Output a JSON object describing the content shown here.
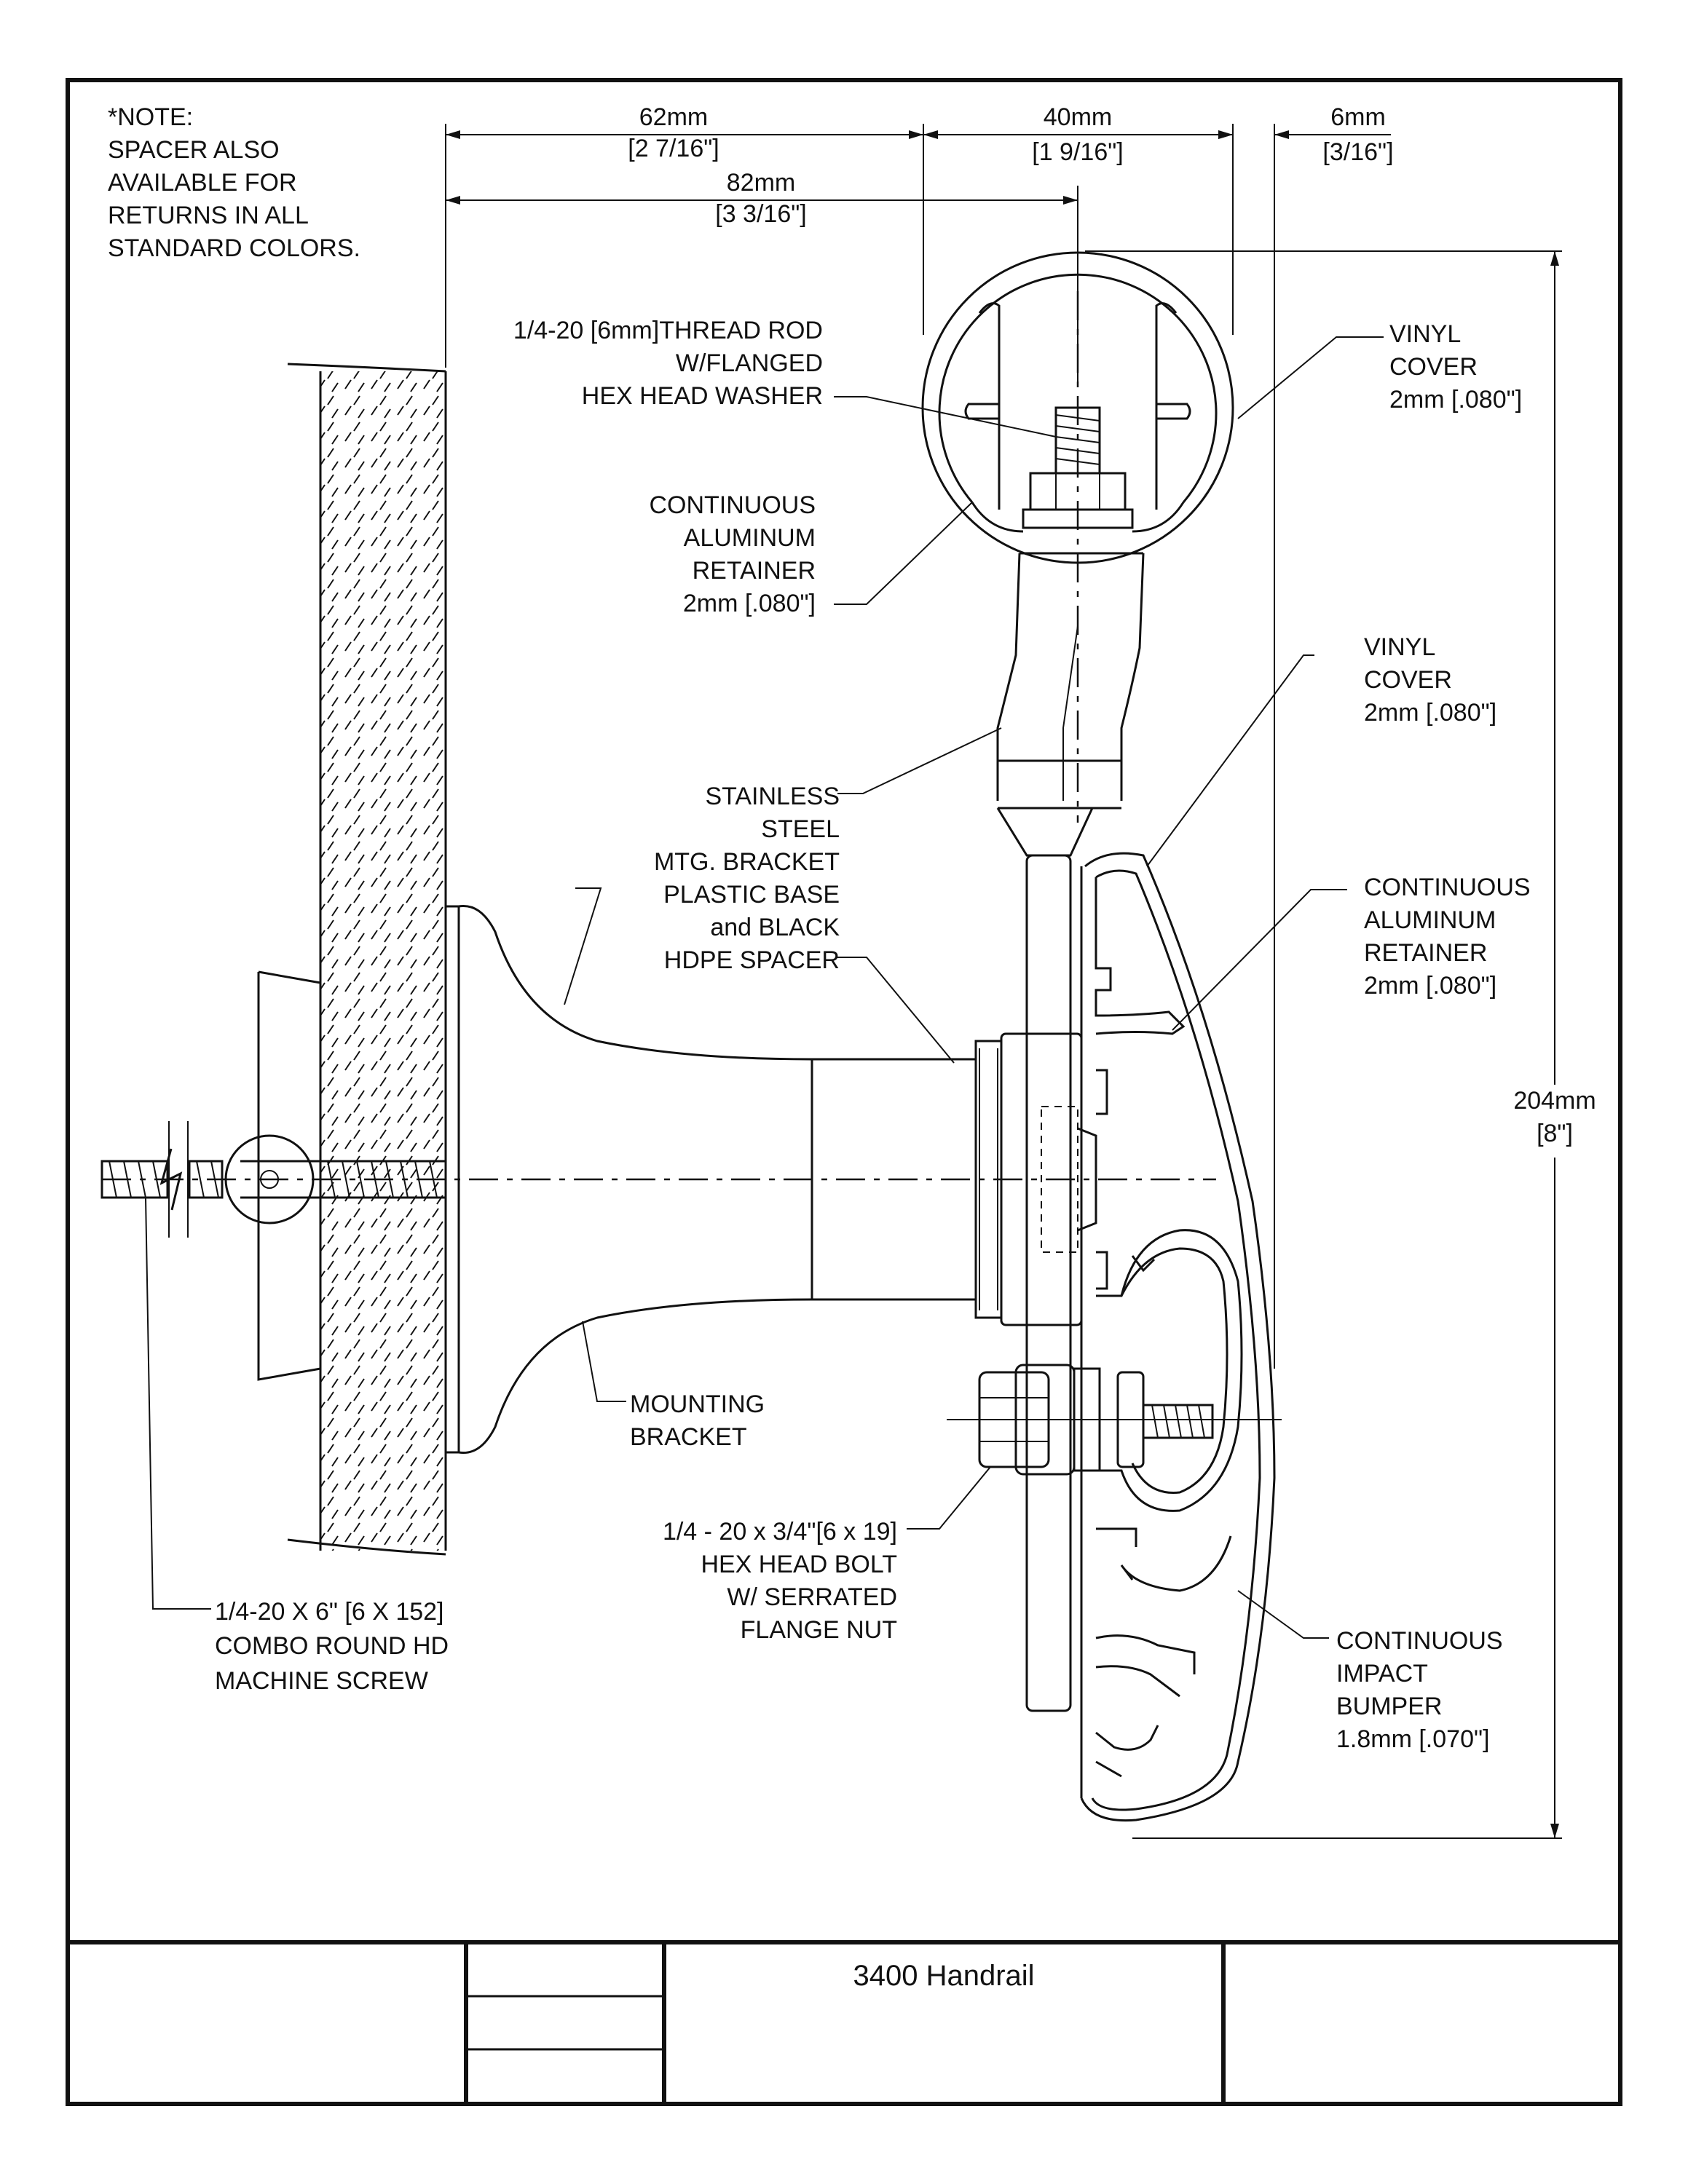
{
  "note": [
    "*NOTE:",
    "SPACER ALSO",
    "AVAILABLE FOR",
    "RETURNS IN ALL",
    "STANDARD COLORS."
  ],
  "dimensions": {
    "d62": {
      "metric": "62mm",
      "imperial": "[2 7/16\"]"
    },
    "d40": {
      "metric": "40mm",
      "imperial": "[1 9/16\"]"
    },
    "d6": {
      "metric": "6mm",
      "imperial": "[3/16\"]"
    },
    "d82": {
      "metric": "82mm",
      "imperial": "[3 3/16\"]"
    },
    "d204": {
      "metric": "204mm",
      "imperial": "[8\"]"
    }
  },
  "callouts": {
    "thread_rod": [
      "1/4-20 [6mm]THREAD ROD",
      "W/FLANGED",
      "HEX HEAD WASHER"
    ],
    "vinyl_cover_top": [
      "VINYL",
      "COVER",
      "2mm [.080\"]"
    ],
    "retainer_top": [
      "CONTINUOUS",
      "ALUMINUM",
      "RETAINER",
      "2mm [.080\"]"
    ],
    "vinyl_cover_right": [
      "VINYL",
      "COVER",
      "2mm [.080\"]"
    ],
    "bracket_base": [
      "STAINLESS",
      "STEEL",
      "MTG. BRACKET",
      "PLASTIC BASE",
      "and BLACK",
      "HDPE SPACER"
    ],
    "retainer_right": [
      "CONTINUOUS",
      "ALUMINUM",
      "RETAINER",
      "2mm [.080\"]"
    ],
    "mounting_bracket": [
      "MOUNTING",
      "BRACKET"
    ],
    "hex_bolt": [
      "1/4 - 20 x 3/4\"[6 x 19]",
      "HEX HEAD BOLT",
      "W/ SERRATED",
      "FLANGE NUT"
    ],
    "machine_screw": [
      "1/4-20 X 6\" [6 X 152]",
      "COMBO ROUND HD",
      "MACHINE SCREW"
    ],
    "bumper": [
      "CONTINUOUS",
      "IMPACT",
      "BUMPER",
      "1.8mm [.070\"]"
    ]
  },
  "title_block": {
    "title": "3400 Handrail"
  }
}
